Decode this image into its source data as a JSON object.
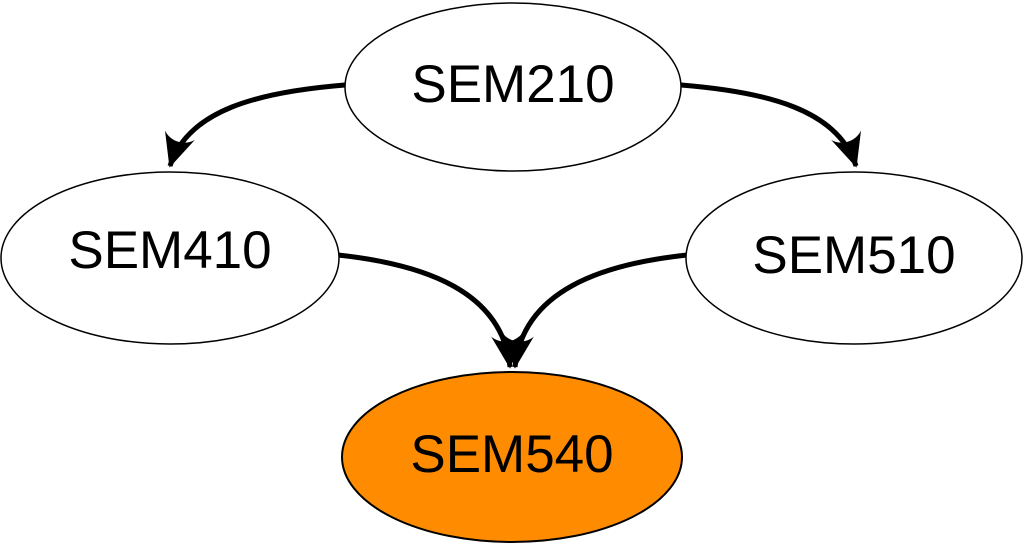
{
  "diagram": {
    "title": "course-prerequisite-graph",
    "background_color": "#ffffff",
    "edge_color": "#000000",
    "node_stroke_color": "#000000",
    "nodes": [
      {
        "id": "SEM210",
        "label": "SEM210",
        "fill": "#ffffff",
        "highlighted": false
      },
      {
        "id": "SEM410",
        "label": "SEM410",
        "fill": "#ffffff",
        "highlighted": false
      },
      {
        "id": "SEM510",
        "label": "SEM510",
        "fill": "#ffffff",
        "highlighted": false
      },
      {
        "id": "SEM540",
        "label": "SEM540",
        "fill": "#FF8C00",
        "highlighted": true
      }
    ],
    "edges": [
      {
        "from": "SEM210",
        "to": "SEM410"
      },
      {
        "from": "SEM210",
        "to": "SEM510"
      },
      {
        "from": "SEM410",
        "to": "SEM540"
      },
      {
        "from": "SEM510",
        "to": "SEM540"
      }
    ]
  }
}
